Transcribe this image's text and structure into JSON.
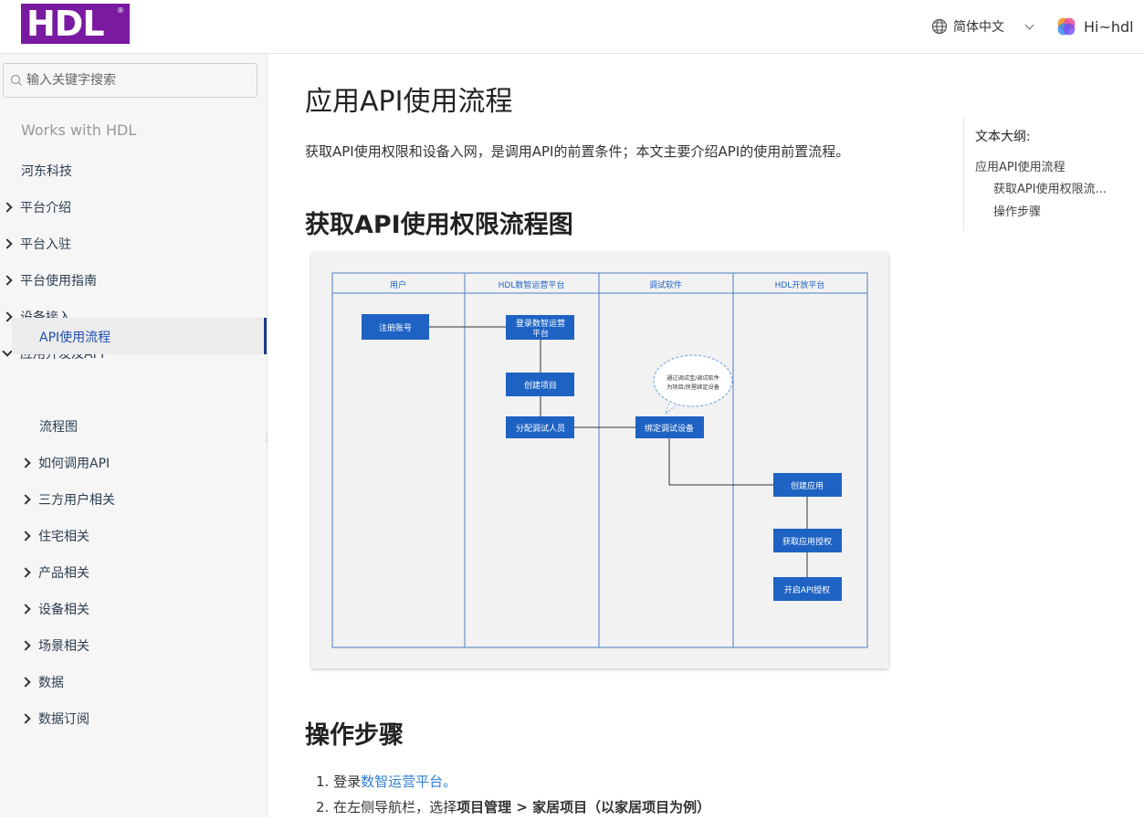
{
  "header": {
    "logo_text": "HDL",
    "logo_mark": "®",
    "language": "简体中文",
    "user_name": "Hi~hdl",
    "logo_color": "#7a1aa0"
  },
  "sidebar": {
    "search_placeholder": "输入关键字搜索",
    "title": "Works with HDL",
    "items": [
      {
        "label": "河东科技",
        "expandable": false
      },
      {
        "label": "平台介绍",
        "expandable": true
      },
      {
        "label": "平台入驻",
        "expandable": true
      },
      {
        "label": "平台使用指南",
        "expandable": true
      },
      {
        "label": "设备接入",
        "expandable": true
      },
      {
        "label": "应用开发及API",
        "expandable": true,
        "expanded": true
      }
    ],
    "children": [
      {
        "label": "API使用流程",
        "active": true
      },
      {
        "label": "流程图"
      },
      {
        "label": "如何调用API",
        "expandable": true
      },
      {
        "label": "三方用户相关",
        "expandable": true
      },
      {
        "label": "住宅相关",
        "expandable": true
      },
      {
        "label": "产品相关",
        "expandable": true
      },
      {
        "label": "设备相关",
        "expandable": true
      },
      {
        "label": "场景相关",
        "expandable": true
      },
      {
        "label": "数据",
        "expandable": true
      },
      {
        "label": "数据订阅",
        "expandable": true
      }
    ],
    "active_color": "#1b3a8f"
  },
  "main": {
    "title": "应用API使用流程",
    "intro": "获取API使用权限和设备入网，是调用API的前置条件；本文主要介绍API的使用前置流程。",
    "section1": "获取API使用权限流程图",
    "section2": "操作步骤",
    "steps": {
      "s1_prefix": "1. 登录",
      "s1_link": "数智运营平台。",
      "s2_prefix": "2. 在左侧导航栏，选择",
      "s2_bold": "项目管理 > 家居项目（以家居项目为例）"
    }
  },
  "diagram": {
    "lanes": [
      "用户",
      "HDL数智运营平台",
      "调试软件",
      "HDL开放平台"
    ],
    "nodes": {
      "register": "注册账号",
      "login_l1": "登录数智运营",
      "login_l2": "平台",
      "create_project": "创建项目",
      "assign": "分配调试人员",
      "bind": "绑定调试设备",
      "create_app": "创建应用",
      "get_auth": "获取应用授权",
      "enable_api": "开启API授权"
    },
    "note_l1": "通过调试宝/调试软件",
    "note_l2": "为项目/房屋绑定设备",
    "box_color": "#1e63c4"
  },
  "toc": {
    "title": "文本大纲:",
    "items": [
      "应用API使用流程",
      "获取API使用权限流...",
      "操作步骤"
    ]
  }
}
